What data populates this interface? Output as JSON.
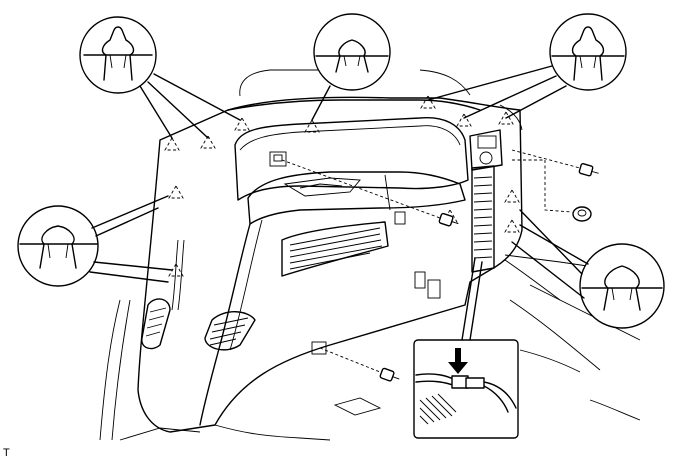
{
  "figure": {
    "corner_code": "T",
    "callout_count": 5,
    "clip_marker_count": 12,
    "screw_count": 3,
    "clip_fastener_count": 1,
    "colors": {
      "line": "#000000",
      "background": "#ffffff"
    },
    "icons": [
      "clip-callout-icon",
      "clip-marker-icon",
      "screw-icon",
      "clip-fastener-icon",
      "connector-disconnect-arrow-icon"
    ]
  }
}
